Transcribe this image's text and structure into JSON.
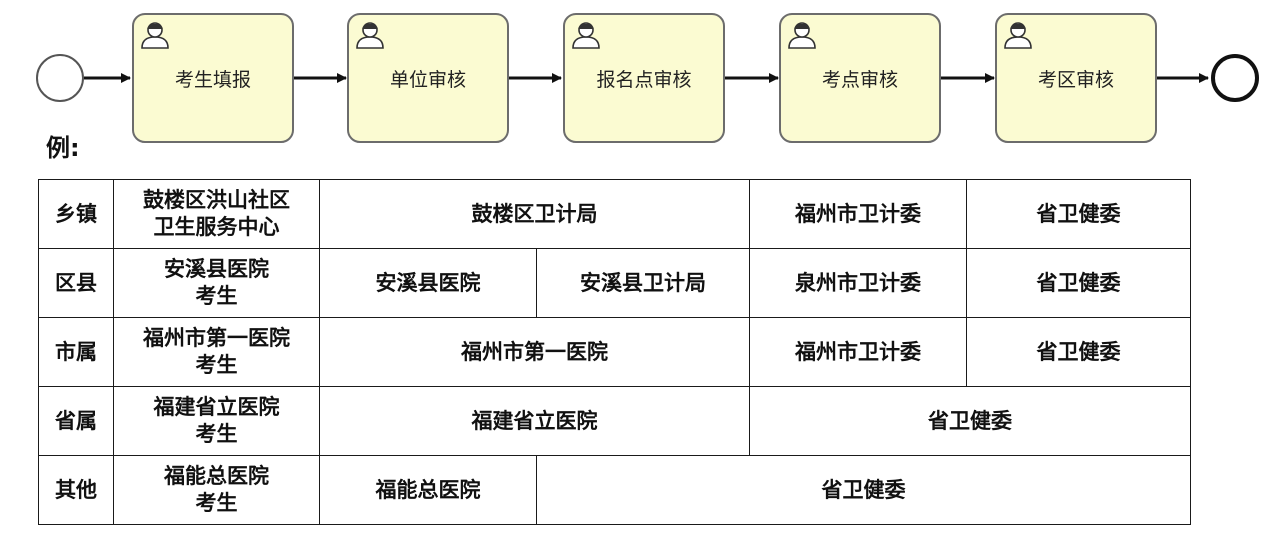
{
  "flow": {
    "tasks": [
      "考生填报",
      "单位审核",
      "报名点审核",
      "考点审核",
      "考区审核"
    ],
    "task_icon": "user-icon",
    "colors": {
      "task_fill": "#fbfbd2",
      "task_stroke": "#6c6c6c",
      "arrow": "#111111"
    }
  },
  "example_label": "例:",
  "table": {
    "rows": [
      {
        "category": "乡镇",
        "submitter": [
          "鼓楼区洪山社区",
          "卫生服务中心"
        ],
        "cells": [
          "鼓楼区卫计局",
          "福州市卫计委",
          "省卫健委"
        ]
      },
      {
        "category": "区县",
        "submitter": [
          "安溪县医院",
          "考生"
        ],
        "cells": [
          "安溪县医院",
          "安溪县卫计局",
          "泉州市卫计委",
          "省卫健委"
        ]
      },
      {
        "category": "市属",
        "submitter": [
          "福州市第一医院",
          "考生"
        ],
        "cells": [
          "福州市第一医院",
          "福州市卫计委",
          "省卫健委"
        ]
      },
      {
        "category": "省属",
        "submitter": [
          "福建省立医院",
          "考生"
        ],
        "cells": [
          "福建省立医院",
          "省卫健委"
        ]
      },
      {
        "category": "其他",
        "submitter": [
          "福能总医院",
          "考生"
        ],
        "cells": [
          "福能总医院",
          "省卫健委"
        ]
      }
    ]
  }
}
